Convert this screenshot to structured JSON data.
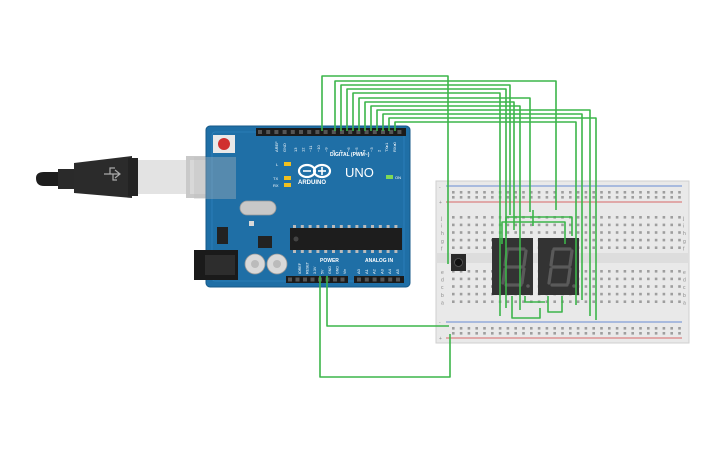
{
  "board": {
    "brand": "ARDUINO",
    "model": "UNO",
    "header_digital": "DIGITAL (PWM~)",
    "header_power": "POWER",
    "header_analog": "ANALOG IN",
    "label_on": "ON",
    "label_l": "L",
    "label_tx": "TX",
    "label_rx": "RX",
    "label_aref": "AREF",
    "label_gnd_top": "GND",
    "digital_pins": [
      "13",
      "12",
      "~11",
      "~10",
      "~9",
      "8",
      "7",
      "~6",
      "~5",
      "4",
      "~3",
      "2",
      "TX▸1",
      "RX◂0"
    ],
    "power_pins": [
      "IOREF",
      "RESET",
      "3.3V",
      "5V",
      "GND",
      "GND",
      "Vin"
    ],
    "analog_pins": [
      "A0",
      "A1",
      "A2",
      "A3",
      "A4",
      "A5"
    ]
  },
  "breadboard": {
    "row_letters_top": [
      "j",
      "i",
      "h",
      "g",
      "f"
    ],
    "row_letters_bottom": [
      "e",
      "d",
      "c",
      "b",
      "a"
    ],
    "rail_plus": "+",
    "rail_minus": "-"
  },
  "components": {
    "display_1_digit": "8.",
    "display_2_digit": "8."
  },
  "colors": {
    "board_blue": "#1f6fa6",
    "wire_green": "#3cb54a",
    "display_body": "#333333",
    "breadboard": "#e9e9e9"
  },
  "icons": [
    "usb-cable-icon",
    "arduino-logo-icon",
    "reset-button-icon",
    "pushbutton-icon",
    "seven-segment-display-icon"
  ]
}
